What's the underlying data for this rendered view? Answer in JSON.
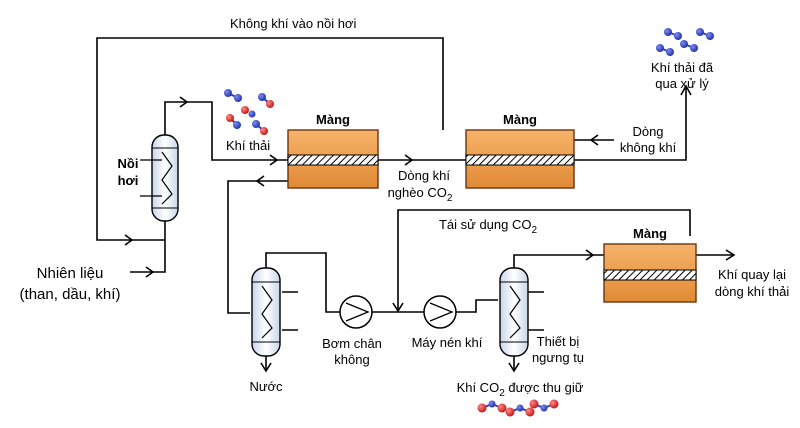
{
  "labels": {
    "air_to_boiler": "Không khí vào nồi hơi",
    "treated_exhaust_1": "Khí thải đã",
    "treated_exhaust_2": "qua xử lý",
    "membrane": "Màng",
    "exhaust": "Khí thải",
    "boiler_1": "Nồi",
    "boiler_2": "hơi",
    "air_stream_1": "Dòng",
    "air_stream_2": "không khí",
    "lean_stream_1": "Dòng khí",
    "lean_stream_2": "nghèo CO",
    "lean_stream_sub": "2",
    "reuse_prefix": "Tái sử dụng CO",
    "reuse_sub": "2",
    "fuel_1": "Nhiên liệu",
    "fuel_2": "(than, dầu, khí)",
    "return_1": "Khí quay lại",
    "return_2": "dòng khí thải",
    "vacuum_pump_1": "Bơm chân",
    "vacuum_pump_2": "không",
    "compressor": "Máy nén khí",
    "condenser_1": "Thiết bị",
    "condenser_2": "ngưng tụ",
    "water": "Nước",
    "captured_prefix": "Khí CO",
    "captured_sub": "2",
    "captured_suffix": " được thu giữ"
  },
  "colors": {
    "membrane_fill": "#f0a050",
    "membrane_stroke": "#7a3c10",
    "column_fill": "#dbe6f3",
    "carbon_atom": "#e02020",
    "exhaust_atom": "#2a3fbf"
  }
}
